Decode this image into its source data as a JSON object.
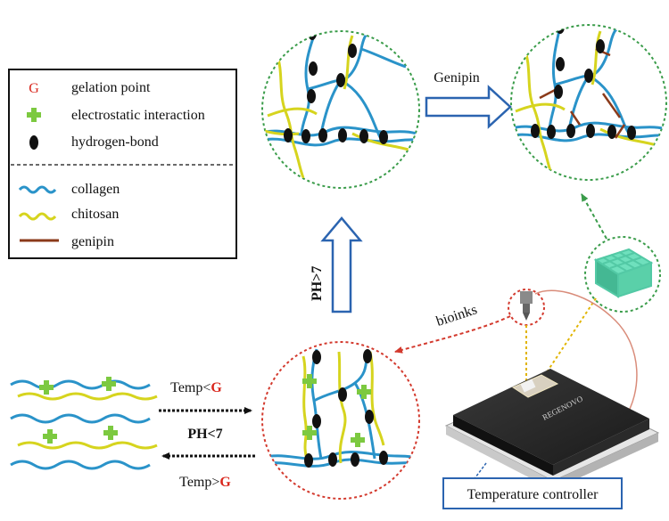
{
  "legend": {
    "gelation_symbol": "G",
    "gelation_label": "gelation point",
    "electrostatic_label": "electrostatic interaction",
    "hbond_label": "hydrogen-bond",
    "collagen_label": "collagen",
    "chitosan_label": "chitosan",
    "genipin_label": "genipin"
  },
  "labels": {
    "genipin_arrow": "Genipin",
    "ph_up": "PH>7",
    "bioinks": "bioinks",
    "temp_lt_prefix": "Temp<",
    "temp_gt_prefix": "Temp>",
    "g_symbol": "G",
    "ph_down": "PH<7",
    "printer_brand": "REGENOVO",
    "temperature_controller": "Temperature controller"
  },
  "colors": {
    "collagen": "#2a93c9",
    "chitosan": "#d6d41e",
    "genipin": "#8b3a1a",
    "electrostatic": "#7cc940",
    "gelation": "#d9261c",
    "green_dotted": "#3a9c4a",
    "red_dotted": "#d33a2e",
    "yellow_dotted": "#e1b400",
    "arrow_blue": "#2b64b0"
  }
}
